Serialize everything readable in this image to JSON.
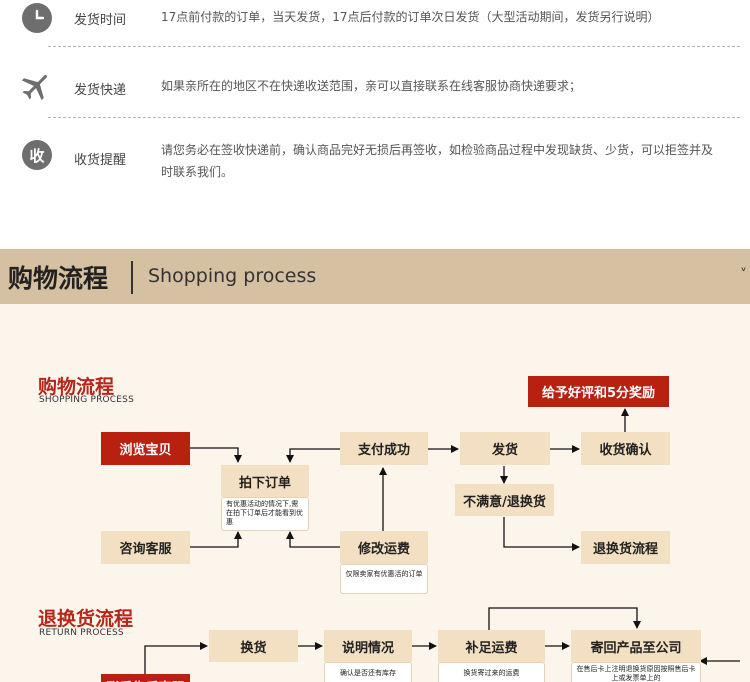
{
  "info": [
    {
      "label": "发货时间",
      "text": "17点前付款的订单，当天发货，17点后付款的订单次日发货（大型活动期间，发货另行说明）"
    },
    {
      "label": "发货快递",
      "text": "如果亲所在的地区不在快递收送范围，亲可以直接联系在线客服协商快递要求；"
    },
    {
      "label": "收货提醒",
      "text": "请您务必在签收快递前，确认商品完好无损后再签收，如检验商品过程中发现缺货、少货，可以拒签并及时联系我们。"
    }
  ],
  "icons": {
    "clock": "clock-icon",
    "plane": "airplane-icon",
    "receive": "receive-badge-icon",
    "receive_char": "收"
  },
  "banner": {
    "cn": "购物流程",
    "en": "Shopping process",
    "chevron": "˅"
  },
  "shopping": {
    "title": "购物流程",
    "subtitle": "SHOPPING PROCESS",
    "browse": "浏览宝贝",
    "consult": "咨询客服",
    "order": "拍下订单",
    "order_note": "有优惠活动的情况下,需在拍下订单后才能看到优惠",
    "pay": "支付成功",
    "modify": "修改运费",
    "modify_note": "仅限卖家有优惠活的订单",
    "ship": "发货",
    "unsatisfied": "不满意/退换货",
    "confirm": "收货确认",
    "review": "给予好评和5分奖励",
    "return_flow": "退换货流程"
  },
  "returns": {
    "title": "退换货流程",
    "subtitle": "RETURN PROCESS",
    "exchange": "换货",
    "explain": "说明情况",
    "explain_note": "确认是否还有库存",
    "shipping_fee": "补足运费",
    "fee_note": "换货寄过来的运费",
    "send_back": "寄回产品至公司",
    "send_note": "在售后卡上注明退换货原因按照售后卡上或发票单上的",
    "contact": "联系售后客服"
  },
  "colors": {
    "accent_red": "#b8210f",
    "box_beige": "#f3dfc1",
    "banner": "#d5c1a1"
  }
}
